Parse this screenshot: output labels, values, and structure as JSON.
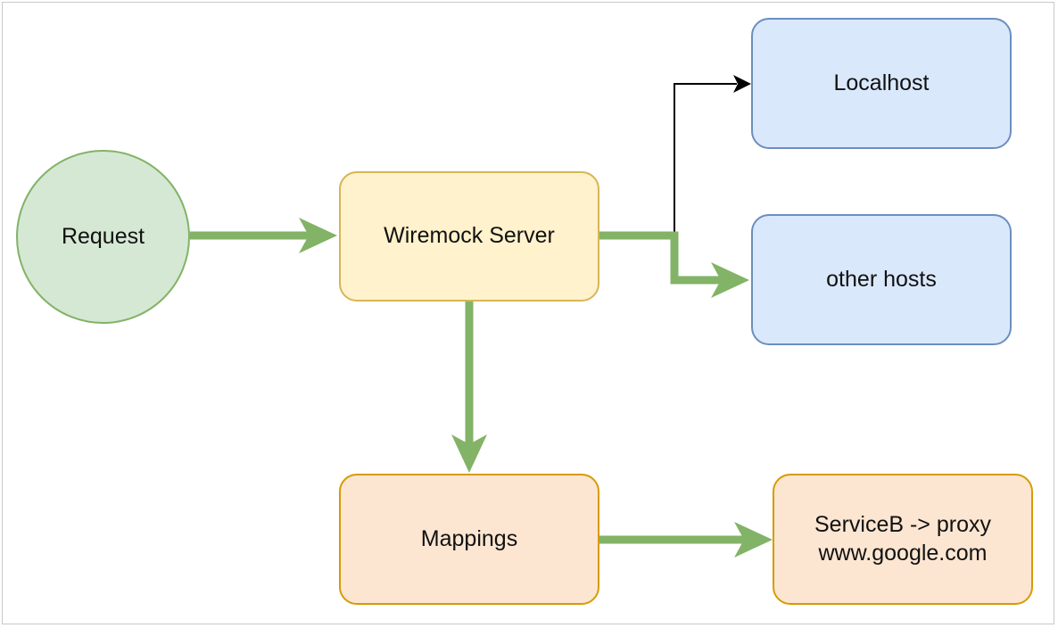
{
  "diagram": {
    "nodes": {
      "request": {
        "label": "Request"
      },
      "wiremock_server": {
        "label": "Wiremock Server"
      },
      "localhost": {
        "label": "Localhost"
      },
      "other_hosts": {
        "label": "other hosts"
      },
      "mappings": {
        "label": "Mappings"
      },
      "serviceb_proxy": {
        "label": "ServiceB -> proxy\nwww.google.com"
      }
    },
    "edges": [
      {
        "from": "Request",
        "to": "Wiremock Server",
        "style": "thick-green"
      },
      {
        "from": "Wiremock Server",
        "to": "Localhost",
        "style": "thin-black"
      },
      {
        "from": "Wiremock Server",
        "to": "other hosts",
        "style": "thick-green"
      },
      {
        "from": "Wiremock Server",
        "to": "Mappings",
        "style": "thick-green"
      },
      {
        "from": "Mappings",
        "to": "ServiceB -> proxy www.google.com",
        "style": "thick-green"
      }
    ],
    "colors": {
      "green_node_fill": "#d5e8d4",
      "green_node_stroke": "#82b366",
      "yellow_node_fill": "#fff2cc",
      "yellow_node_stroke": "#d6b656",
      "blue_node_fill": "#dae8fc",
      "blue_node_stroke": "#6c8ebf",
      "orange_node_fill": "#fce6d2",
      "orange_node_stroke": "#d79b00",
      "thick_edge": "#82b366",
      "thin_edge": "#000000"
    }
  }
}
